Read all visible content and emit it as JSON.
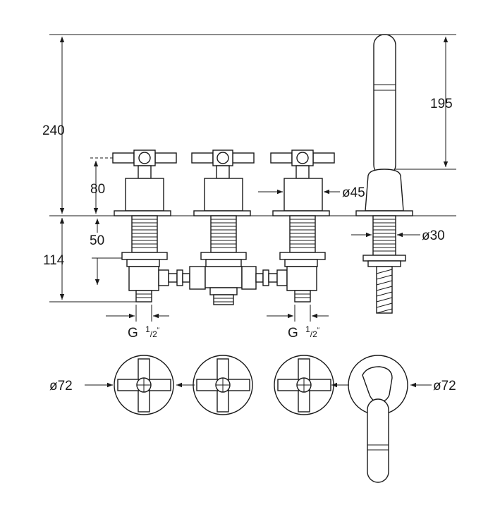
{
  "dimensions": {
    "total_height": "240",
    "handle_height": "80",
    "hand_shower_height": "195",
    "thread_length": "50",
    "below_deck": "114",
    "body_diameter": "ø45",
    "shower_stem_diameter": "ø30",
    "rosette_left": "ø72",
    "rosette_right": "ø72",
    "connection_left_g": "G",
    "connection_left_frac_num": "1",
    "connection_left_frac_den": "/2",
    "connection_left_quote": "“",
    "connection_right_g": "G",
    "connection_right_frac_num": "1",
    "connection_right_frac_den": "/2",
    "connection_right_quote": "“"
  }
}
